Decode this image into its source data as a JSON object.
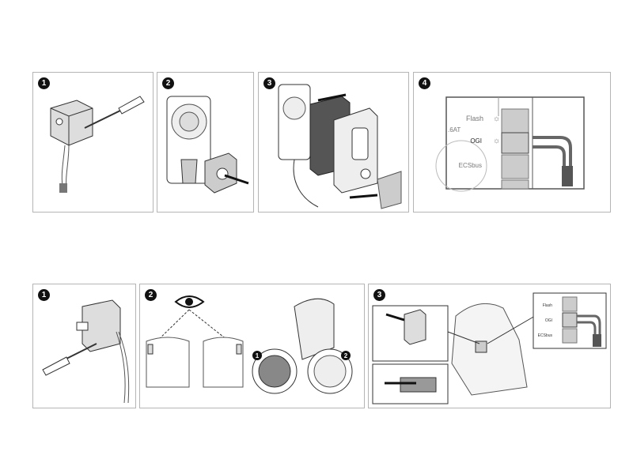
{
  "top_steps": [
    {
      "number": "1"
    },
    {
      "number": "2"
    },
    {
      "number": "3"
    },
    {
      "number": "4",
      "labels": {
        "flash": "Flash",
        "ogi": "OGI",
        "ecsbus": "ECSbus",
        "model": ".6AT"
      }
    }
  ],
  "bottom_steps": [
    {
      "number": "1"
    },
    {
      "number": "2",
      "sub_steps": [
        "1",
        "2"
      ]
    },
    {
      "number": "3",
      "labels": {
        "flash": "Flash",
        "ogi": "OGI",
        "ecsbus": "ECSbus"
      }
    }
  ]
}
